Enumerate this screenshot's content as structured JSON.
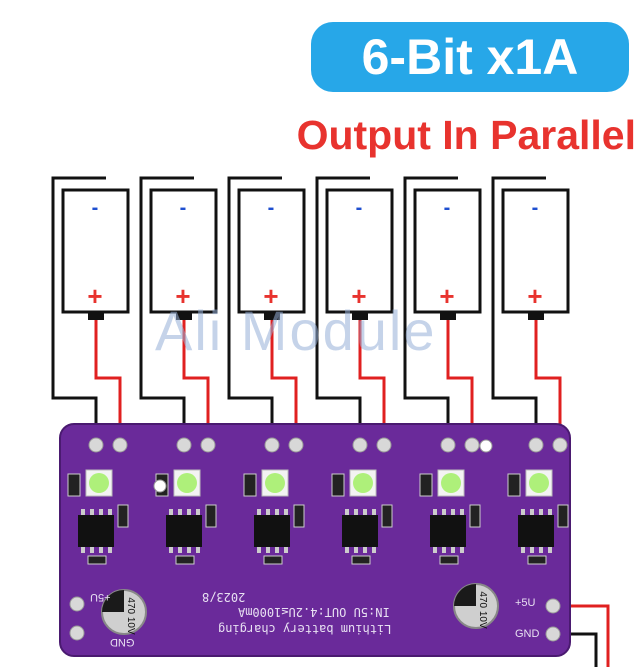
{
  "header": {
    "badge_text": "6-Bit x1A",
    "subtitle": "Output In Parallel"
  },
  "watermark": "Ali Module",
  "batteries": {
    "count": 6,
    "negative_symbol": "-",
    "positive_symbol": "+"
  },
  "board": {
    "color": "#6a2a9a",
    "line1": "Lithium battery charging",
    "line2": "IN:5U OUT:4.2U≤1000mA",
    "date": "2023/8",
    "cap_left": "470 10V",
    "cap_right": "470 10V",
    "pin_plus": "+5U",
    "pin_gnd": "GND",
    "pin_plus_right": "+5U",
    "pin_gnd_right": "GND"
  },
  "colors": {
    "badge": "#27a7e8",
    "subtitle": "#e8332e",
    "negative": "#1f4fd0",
    "positive": "#e8332e",
    "led": "#aef07a"
  }
}
